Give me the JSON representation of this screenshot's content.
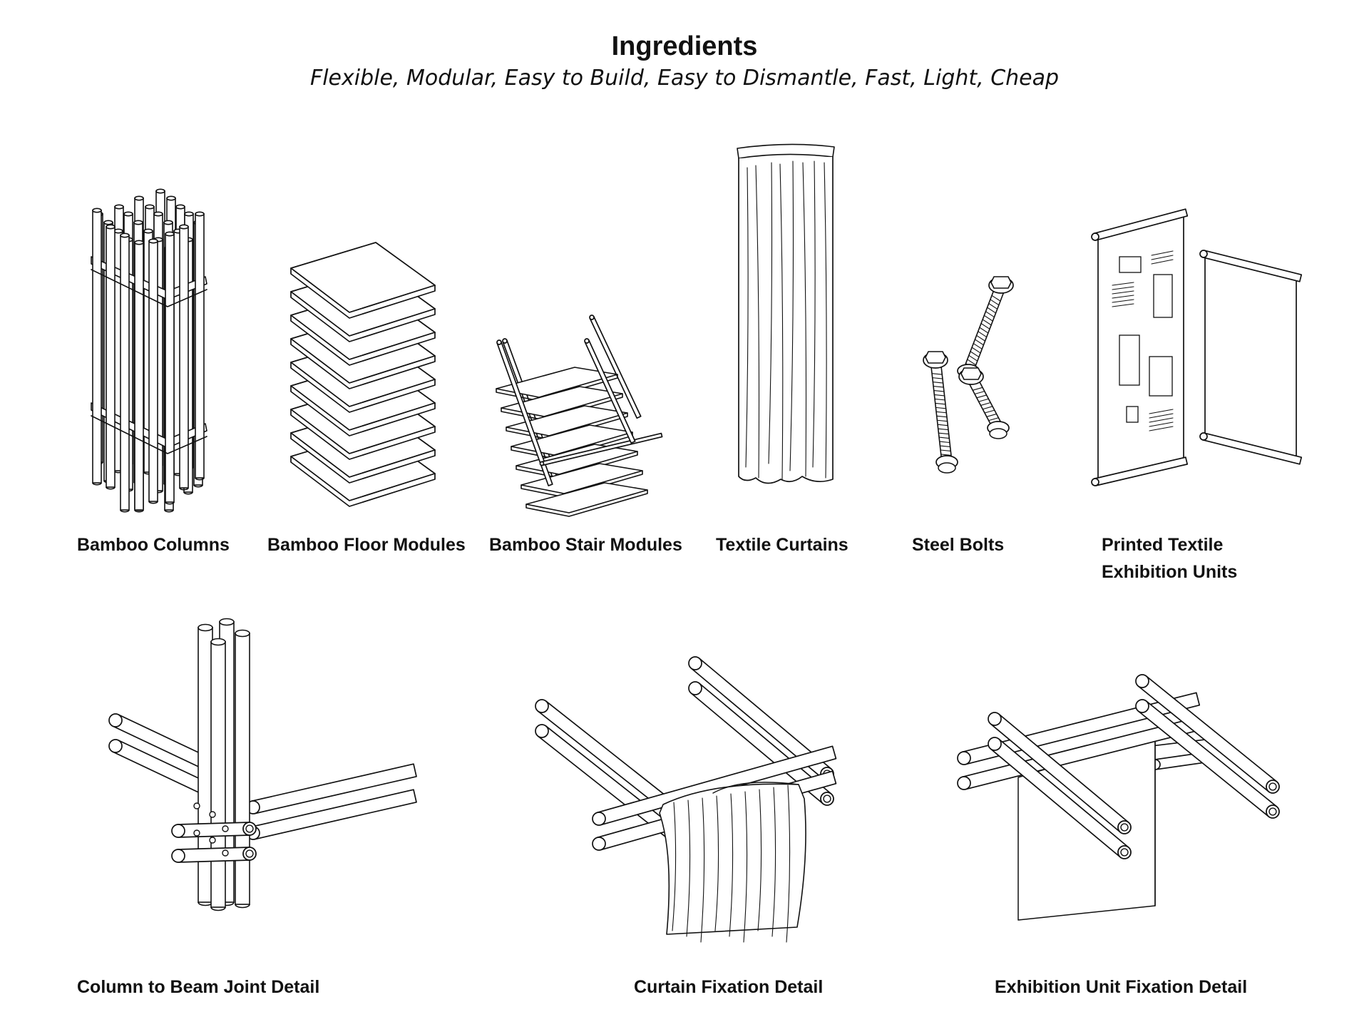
{
  "header": {
    "title": "Ingredients",
    "subtitle": "Flexible, Modular, Easy to Build, Easy to Dismantle, Fast, Light, Cheap"
  },
  "ingredients": [
    {
      "label": "Bamboo Columns",
      "icon": "bamboo-columns-bundle"
    },
    {
      "label": "Bamboo Floor Modules",
      "icon": "floor-panels-stack"
    },
    {
      "label": "Bamboo Stair Modules",
      "icon": "stair-module"
    },
    {
      "label": "Textile Curtains",
      "icon": "hanging-curtain"
    },
    {
      "label": "Steel Bolts",
      "icon": "threaded-bolts"
    },
    {
      "label": "Printed Textile",
      "label_line2": "Exhibition Units",
      "icon": "textile-banners"
    }
  ],
  "details": [
    {
      "label": "Column to Beam Joint Detail",
      "icon": "column-beam-joint"
    },
    {
      "label": "Curtain Fixation Detail",
      "icon": "curtain-fixation"
    },
    {
      "label": "Exhibition Unit Fixation Detail",
      "icon": "exhibition-unit-fixation"
    }
  ],
  "colors": {
    "ink": "#111111",
    "paper": "#ffffff"
  }
}
